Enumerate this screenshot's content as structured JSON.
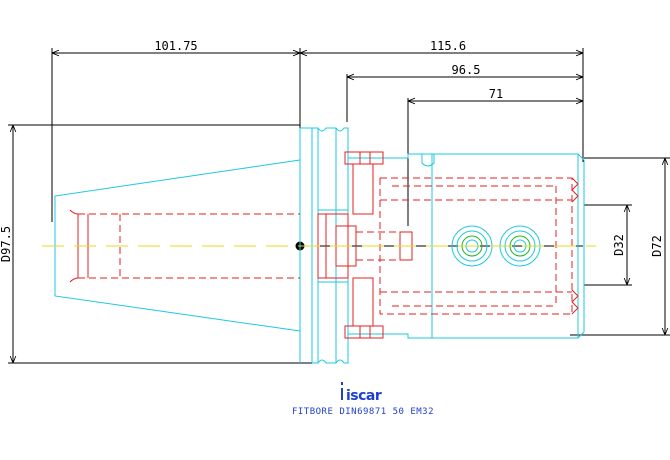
{
  "dimensions": {
    "top_overall": "101.75",
    "top_right": "115.6",
    "mid_right": "96.5",
    "inner_right": "71",
    "left_diameter": "D97.5",
    "right_inner_diameter": "D32",
    "right_outer_diameter": "D72"
  },
  "caption": {
    "logo_text": "iscar",
    "product": "FITBORE DIN69871 50 EM32"
  },
  "colors": {
    "dimension": "#000000",
    "body_outline": "#1ec8e0",
    "hidden_lines": "#e02020",
    "centerline": "#e8d820",
    "logo": "#1f3fd0"
  }
}
